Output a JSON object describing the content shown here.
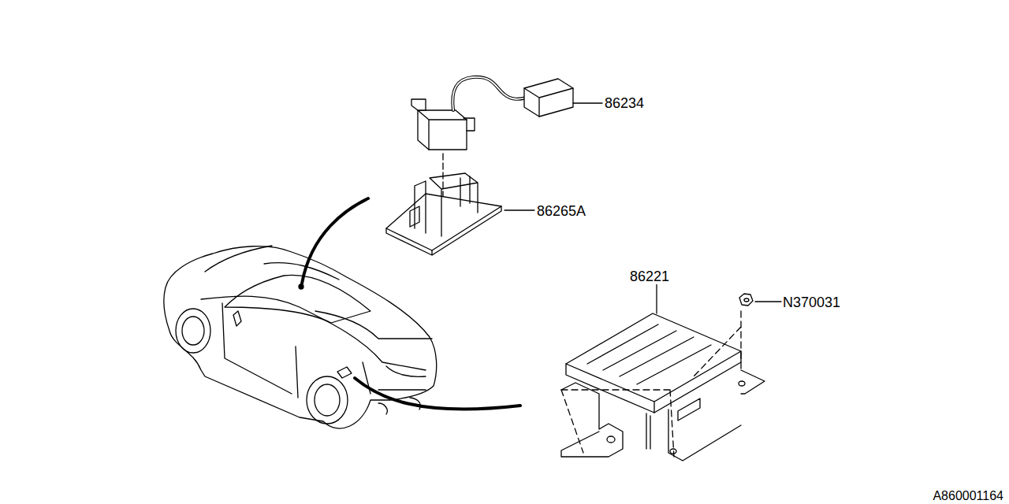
{
  "diagram": {
    "labels": [
      "86234",
      "86265A",
      "86221",
      "N370031",
      "A860001164"
    ]
  }
}
